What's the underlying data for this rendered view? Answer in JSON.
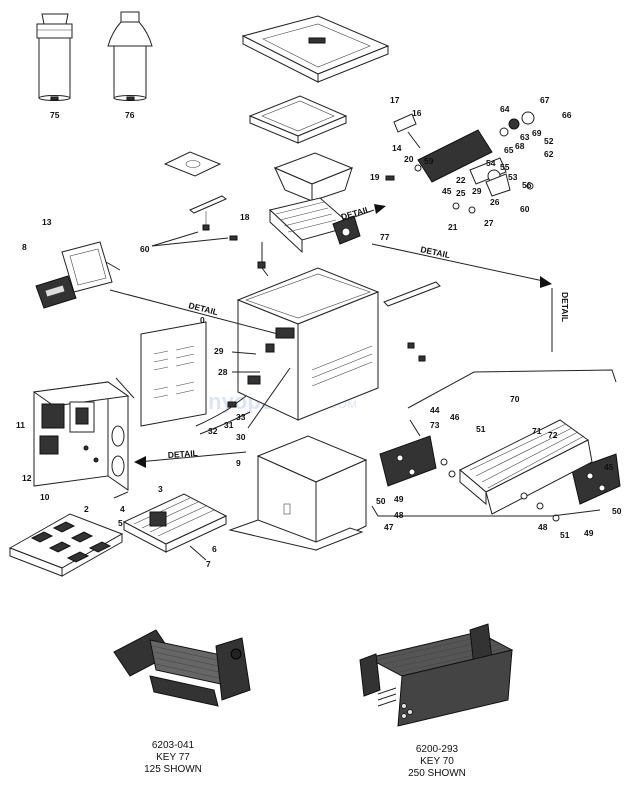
{
  "labels": {
    "p75": "75",
    "p76": "76",
    "p17": "17",
    "p16": "16",
    "p14": "14",
    "p20": "20",
    "p59": "59",
    "p19": "19",
    "p64": "64",
    "p67": "67",
    "p66": "66",
    "p63": "63",
    "p69": "69",
    "p65": "65",
    "p68": "68",
    "p52": "52",
    "p62": "62",
    "p54": "54",
    "p55": "55",
    "p53": "53",
    "p56": "56",
    "p22": "22",
    "p25": "25",
    "p29b": "29",
    "p26": "26",
    "p45a": "45",
    "p21": "21",
    "p27": "27",
    "p60a": "60",
    "p18": "18",
    "p13": "13",
    "p60b": "60",
    "p77": "77",
    "p8": "8",
    "p29": "29",
    "p28": "28",
    "p33": "33",
    "p31": "31",
    "p32": "32",
    "p30": "30",
    "p9": "9",
    "p11": "11",
    "p12": "12",
    "p10": "10",
    "p44": "44",
    "p46": "46",
    "p73": "73",
    "p70": "70",
    "p71": "71",
    "p72": "72",
    "p51a": "51",
    "p45b": "45",
    "p50a": "50",
    "p49a": "49",
    "p48a": "48",
    "p47": "47",
    "p48b": "48",
    "p51b": "51",
    "p49b": "49",
    "p50b": "50",
    "p2": "2",
    "p3": "3",
    "p4": "4",
    "p5": "5",
    "p6": "6",
    "p7": "7"
  },
  "details": {
    "d1": "DETAIL",
    "d2": "DETAIL",
    "d3": "DETAIL",
    "d4": "DETAIL",
    "d5": "DETAIL"
  },
  "watermark": {
    "brand": "inyopools",
    "suffix": ".COM"
  },
  "captions": {
    "left": [
      "6203-041",
      "KEY 77",
      "125 SHOWN"
    ],
    "right": [
      "6200-293",
      "KEY 70",
      "250 SHOWN"
    ]
  }
}
